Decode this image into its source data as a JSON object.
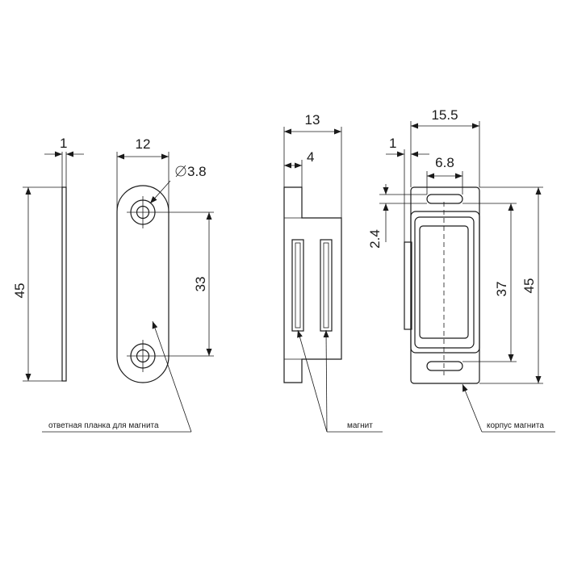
{
  "dimensions": {
    "strike_thickness": "1",
    "strike_height": "45",
    "strike_width": "12",
    "hole_diameter": "3.8",
    "hole_spacing": "33",
    "side_depth": "13",
    "side_flange": "4",
    "body_width": "15.5",
    "body_wall": "1",
    "slot_width": "6.8",
    "slot_height": "2.4",
    "body_inner_height": "37",
    "body_height": "45"
  },
  "labels": {
    "strike_plate": "ответная планка для магнита",
    "magnet": "магнит",
    "magnet_body": "корпус магнита"
  }
}
